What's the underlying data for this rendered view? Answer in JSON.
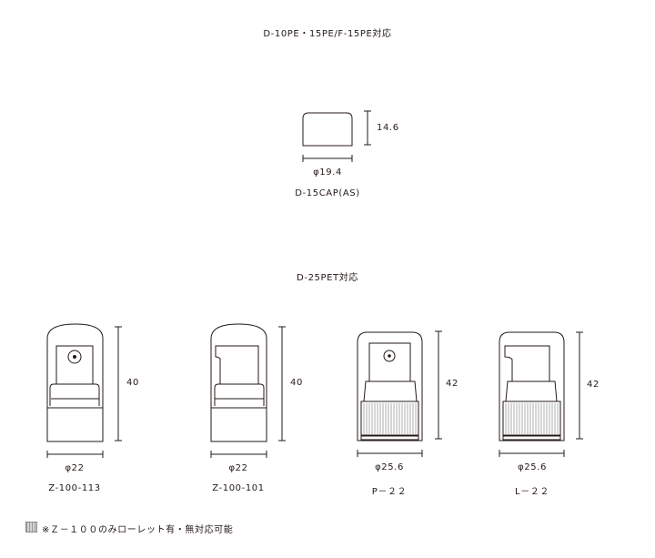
{
  "sections": [
    {
      "heading": "D-10PE・15PE/F-15PE対応",
      "items": [
        {
          "name": "D-15CAP(AS)",
          "diameter": "φ19.4",
          "height": "14.6"
        }
      ]
    },
    {
      "heading": "D-25PET対応",
      "items": [
        {
          "name": "Z-100-113",
          "diameter": "φ22",
          "height": "40"
        },
        {
          "name": "Z-100-101",
          "diameter": "φ22",
          "height": "40"
        },
        {
          "name": "P－２２",
          "diameter": "φ25.6",
          "height": "42"
        },
        {
          "name": "L－２２",
          "diameter": "φ25.6",
          "height": "42"
        }
      ]
    }
  ],
  "footnote": "※Ｚ－１００のみローレット有・無対応可能",
  "colors": {
    "line": "#231815",
    "knurl": "#9a9a9a"
  }
}
